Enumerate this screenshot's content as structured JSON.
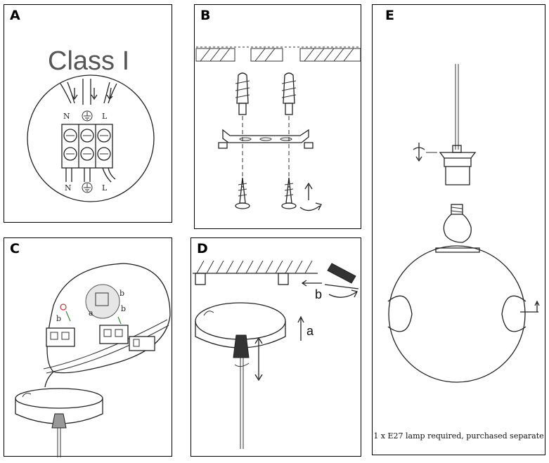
{
  "panels": [
    {
      "letter": "A"
    },
    {
      "letter": "B"
    },
    {
      "letter": "C"
    },
    {
      "letter": "D"
    },
    {
      "letter": "E"
    }
  ],
  "panel_a": {
    "class_label": "Class I",
    "top_labels": [
      "N",
      "L"
    ],
    "bottom_labels": [
      "N",
      "L"
    ]
  },
  "panel_c": {
    "callouts": [
      "b",
      "a",
      "b",
      "b"
    ]
  },
  "panel_d": {
    "arrow_a": "a",
    "arrow_b": "b"
  },
  "panel_e": {
    "note": "1 x E27 lamp required, purchased separate"
  },
  "colors": {
    "stroke": "#222222",
    "background": "#ffffff",
    "shade": "#bfbfbf",
    "green_accent": "#2e8b2e",
    "red_accent": "#cc3333"
  }
}
